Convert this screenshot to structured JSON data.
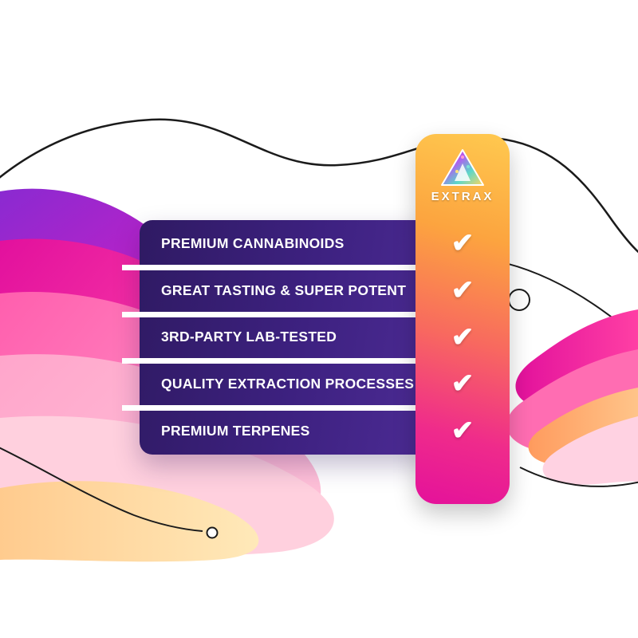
{
  "brand": {
    "name": "EXTRAX",
    "logo_icon": "extrax-triangle-logo"
  },
  "features": [
    {
      "label": "PREMIUM CANNABINOIDS",
      "checked": true
    },
    {
      "label": "GREAT TASTING & SUPER POTENT",
      "checked": true
    },
    {
      "label": "3RD-PARTY LAB-TESTED",
      "checked": true
    },
    {
      "label": "QUALITY EXTRACTION PROCESSES",
      "checked": true
    },
    {
      "label": "PREMIUM TERPENES",
      "checked": true
    }
  ],
  "check": {
    "glyph": "✔",
    "icon": "checkmark-icon"
  },
  "colors": {
    "panel_gradient_start": "#2f1a63",
    "panel_gradient_end": "#4c2b94",
    "bar_gradient_top": "#ffc94f",
    "bar_gradient_bottom": "#e4119b",
    "separator": "#ffffff",
    "label_text": "#ffffff",
    "check_color": "#ffffff"
  }
}
